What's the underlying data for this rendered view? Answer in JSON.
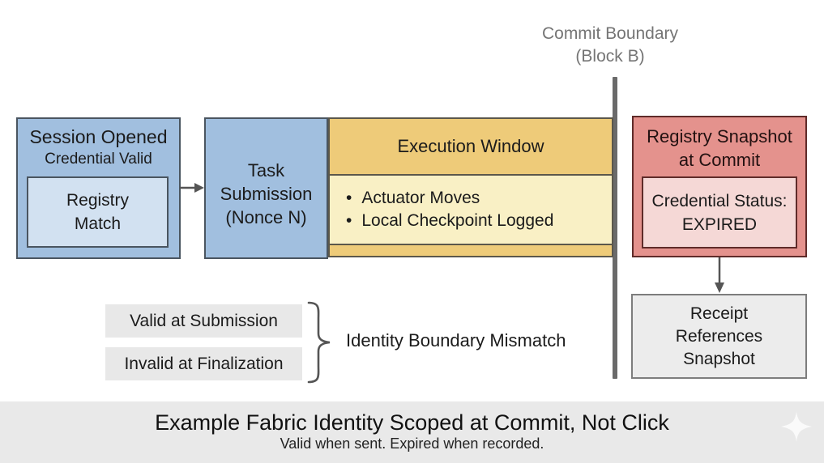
{
  "colors": {
    "blue_fill": "#a1bfdf",
    "blue_inner_fill": "#d2e1f1",
    "blue_border": "#4a5560",
    "gold_fill": "#eecb79",
    "cream_fill": "#f9f0c5",
    "gold_border": "#5b574b",
    "red_fill": "#e4928d",
    "red_inner_fill": "#f5d8d6",
    "red_border": "#5f2b29",
    "gray_box_fill": "#ececec",
    "gray_box_border": "#7d7d7d",
    "tag_fill": "#e8e8e8",
    "boundary_line": "#6a6a6a",
    "muted_text": "#757575",
    "text": "#1b1b1b",
    "caption_bg": "#e9e9e9",
    "arrow": "#555555"
  },
  "commit_boundary": {
    "label_line1": "Commit Boundary",
    "label_line2": "(Block B)"
  },
  "session_box": {
    "title": "Session Opened",
    "subtitle": "Credential Valid",
    "inner_line1": "Registry",
    "inner_line2": "Match"
  },
  "task_box": {
    "line1": "Task",
    "line2": "Submission",
    "line3": "(Nonce N)"
  },
  "execution_window": {
    "title": "Execution Window",
    "bullets": [
      "Actuator Moves",
      "Local Checkpoint Logged"
    ]
  },
  "registry_snapshot_box": {
    "title_line1": "Registry Snapshot",
    "title_line2": "at Commit",
    "inner_line1": "Credential Status:",
    "inner_line2": "EXPIRED"
  },
  "receipt_box": {
    "line1": "Receipt",
    "line2": "References",
    "line3": "Snapshot"
  },
  "mismatch": {
    "tag_valid": "Valid at Submission",
    "tag_invalid": "Invalid at Finalization",
    "brace_label": "Identity Boundary Mismatch"
  },
  "caption": {
    "title": "Example Fabric Identity Scoped at Commit, Not Click",
    "subtitle": "Valid when sent. Expired when recorded.",
    "icon": "four-point-sparkle"
  }
}
